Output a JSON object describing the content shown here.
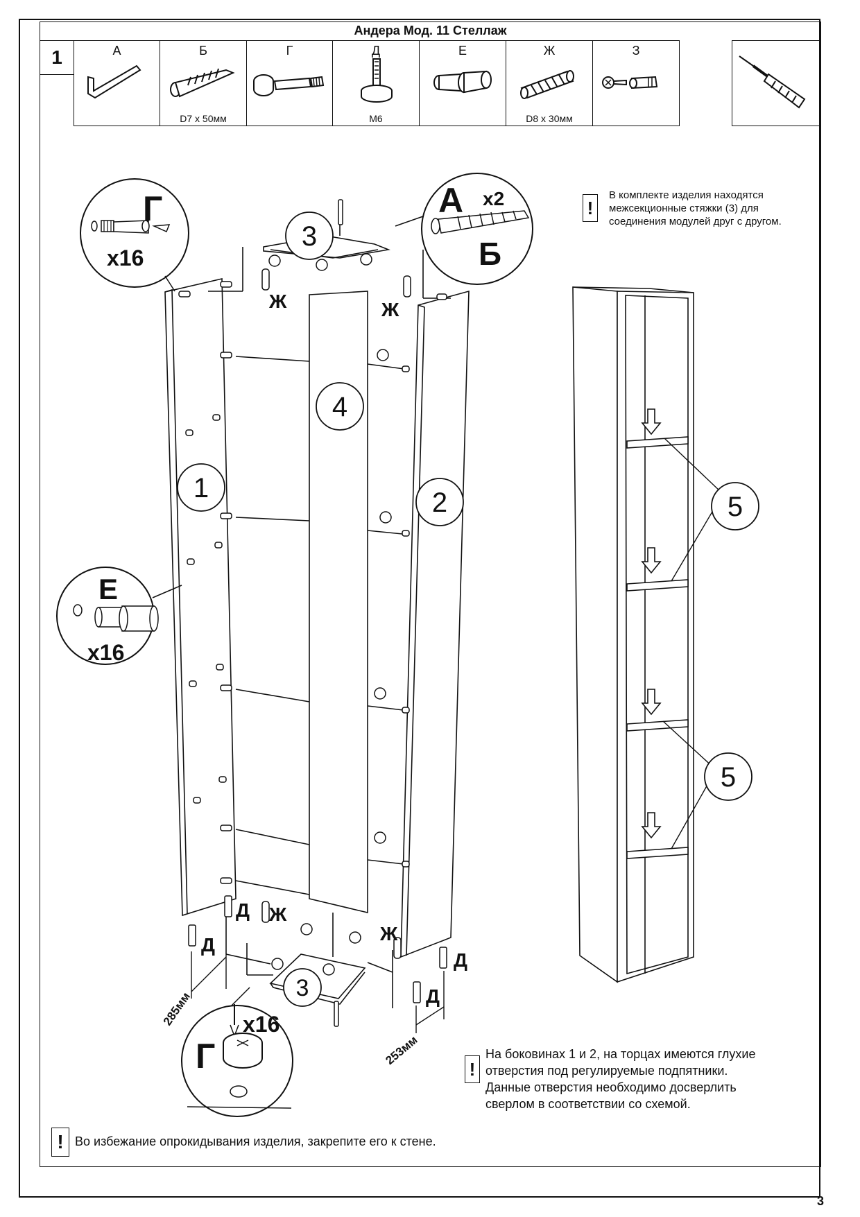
{
  "title": "Андера Мод. 11 Стеллаж",
  "step": "1",
  "parts": [
    {
      "letter": "А",
      "size": "",
      "icon": "hex-key-icon"
    },
    {
      "letter": "Б",
      "size": "D7 x 50мм",
      "icon": "euro-screw-icon"
    },
    {
      "letter": "Г",
      "size": "",
      "icon": "cam-lock-icon"
    },
    {
      "letter": "Д",
      "size": "M6",
      "icon": "adjustable-foot-icon"
    },
    {
      "letter": "Е",
      "size": "",
      "icon": "shelf-support-icon"
    },
    {
      "letter": "Ж",
      "size": "D8 x 30мм",
      "icon": "wood-dowel-icon"
    },
    {
      "letter": "З",
      "size": "",
      "icon": "connector-screw-icon"
    }
  ],
  "tool": {
    "icon": "screwdriver-icon"
  },
  "callouts": {
    "g_top": {
      "letter": "Г",
      "qty": "x16"
    },
    "a_b": {
      "letter_a": "А",
      "qty": "x2",
      "letter_b": "Б"
    },
    "e": {
      "letter": "Е",
      "qty": "x16"
    },
    "g_bottom": {
      "letter": "Г",
      "qty": "x16"
    }
  },
  "panel_numbers": {
    "p1": "1",
    "p2": "2",
    "p3_top": "3",
    "p3_bottom": "3",
    "p4": "4",
    "p5_a": "5",
    "p5_b": "5"
  },
  "part_labels": {
    "zh": "Ж",
    "d": "Д"
  },
  "dimensions": {
    "left": "285мм",
    "right": "253мм"
  },
  "notes": {
    "top": [
      "В комплекте изделия находятся",
      "межсекционные стяжки (3) для",
      "соединения модулей друг с другом."
    ],
    "bottom": [
      "На боковинах 1 и 2, на торцах имеются глухие",
      "отверстия под регулируемые подпятники.",
      "Данные отверстия необходимо досверлить",
      "сверлом в соответствии со схемой."
    ],
    "wall": "Во избежание опрокидывания изделия, закрепите его к стене."
  },
  "excl": "!",
  "page_number": "3"
}
